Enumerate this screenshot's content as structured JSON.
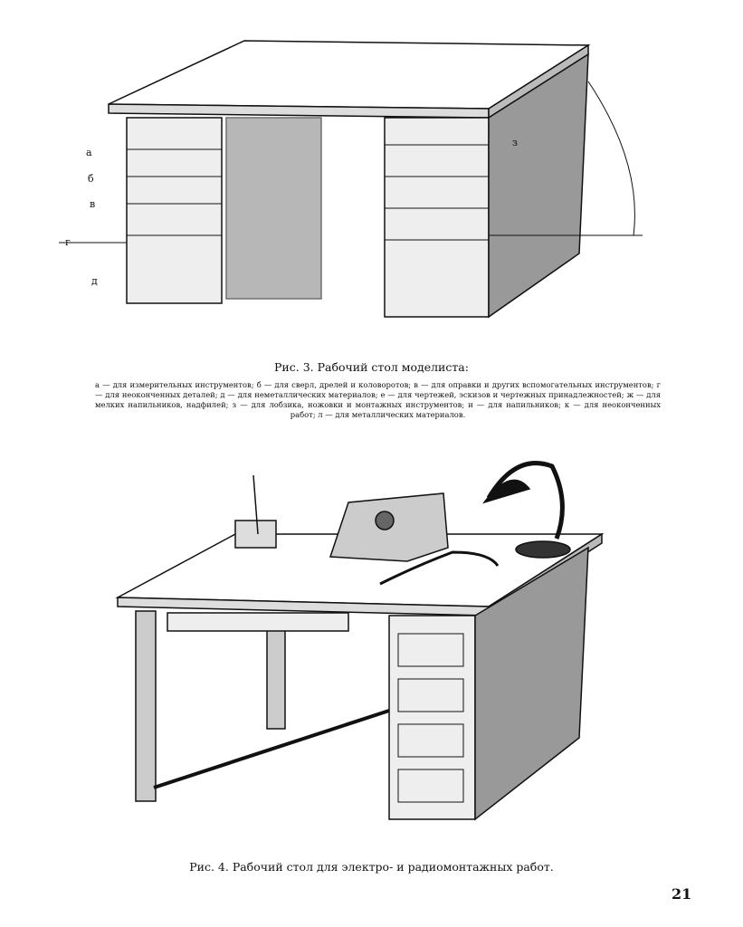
{
  "figure3": {
    "title": "Рис. 3. Рабочий стол моделиста:",
    "legend": "а — для измерительных инструментов; б — для сверл, дрелей и коловоротов; в — для оправки и других вспомогательных инструментов; г — для неоконченных деталей; д — для неметаллических материалов; е — для чертежей, эскизов и чертежных принадлежностей; ж — для мелких напильников, надфилей; з — для лобзика, ножовки и монтажных инструментов; и — для напильников; к — для неоконченных работ; л — для металлических материалов.",
    "labels": [
      "а",
      "б",
      "в",
      "г",
      "д",
      "з"
    ]
  },
  "figure4": {
    "title": "Рис. 4. Рабочий стол для электро- и радиомонтажных работ."
  },
  "page_number": "21"
}
